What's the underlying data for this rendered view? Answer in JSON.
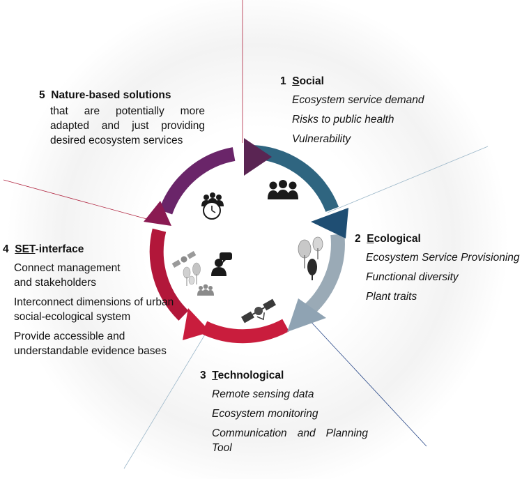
{
  "segments": {
    "social": {
      "number": "1",
      "title_underlined": "S",
      "title_rest": "ocial",
      "items": [
        "Ecosystem service demand",
        "Risks to public health",
        "Vulnerability"
      ]
    },
    "ecological": {
      "number": "2",
      "title_underlined": "E",
      "title_rest": "cological",
      "items": [
        "Ecosystem Service Provisioning",
        "Functional diversity",
        "Plant traits"
      ]
    },
    "technological": {
      "number": "3",
      "title_underlined": "T",
      "title_rest": "echnological",
      "items": [
        "Remote sensing data",
        "Ecosystem monitoring",
        "Communication and Planning Tool"
      ]
    },
    "set_interface": {
      "number": "4",
      "title_underlined": "SET",
      "title_rest": "-interface",
      "items": [
        "Connect management and stakeholders",
        "Interconnect dimensions of urban social-ecological system",
        "Provide accessible and understandable evidence bases"
      ]
    },
    "nbs": {
      "number": "5",
      "title": "Nature-based solutions",
      "text": "that are potentially more adapted and just providing desired ecosystem services"
    }
  },
  "colors": {
    "social": "#2f6580",
    "ecological": "#9aaab6",
    "technological": "#c91d3d",
    "set_interface": "#8a1a52",
    "nbs": "#6a2569",
    "icons": "#2b2b2b",
    "icons_light": "#9a9a9a"
  },
  "icons": [
    "people-group-icon",
    "trees-icon",
    "satellite-icon",
    "presenter-icon",
    "clock-group-icon"
  ]
}
